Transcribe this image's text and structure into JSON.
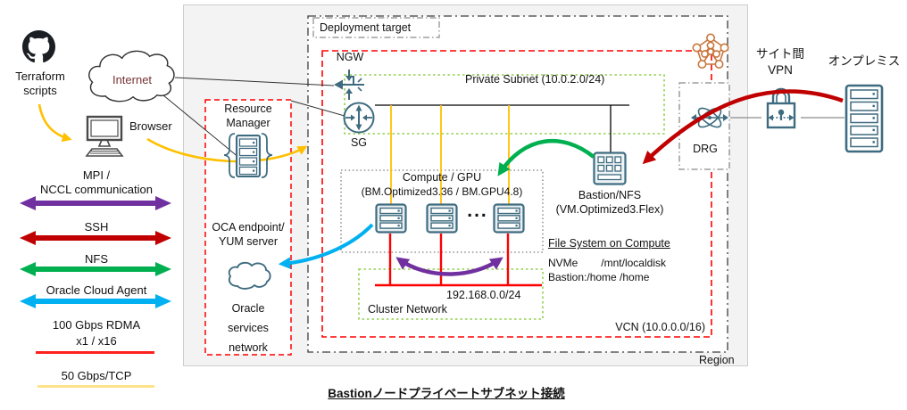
{
  "title": "Bastionノードプライベートサブネット接続",
  "colors": {
    "mpi_purple": "#7030a0",
    "ssh_red": "#c00000",
    "nfs_green": "#00b050",
    "agent_blue": "#00b0f0",
    "rdma_red": "#ff0000",
    "tcp_yellow": "#ffe289",
    "arrow_yellow": "#ffc000",
    "icon_teal": "#3e6b7f",
    "mesh_orange": "#c9763d",
    "vcn_red": "#ff0000",
    "subnet_green": "#92d050",
    "internet_text": "#773333"
  },
  "external": {
    "terraform1": "Terraform",
    "terraform2": "scripts",
    "internet": "Internet",
    "browser": "Browser"
  },
  "legend": {
    "items": [
      {
        "line1": "MPI /",
        "line2": "NCCL communication",
        "color": "#7030a0",
        "kind": "arrow"
      },
      {
        "line1": "SSH",
        "color": "#c00000",
        "kind": "arrow"
      },
      {
        "line1": "NFS",
        "color": "#00b050",
        "kind": "arrow"
      },
      {
        "line1": "Oracle Cloud Agent",
        "color": "#00b0f0",
        "kind": "arrow"
      },
      {
        "line1": "100 Gbps RDMA",
        "line2": "x1 / x16",
        "color": "#ff0000",
        "kind": "line"
      },
      {
        "line1": "50 Gbps/TCP",
        "color": "#ffe289",
        "kind": "line"
      }
    ]
  },
  "region": {
    "region_label": "Region",
    "deployment_label": "Deployment target",
    "vcn_label": "VCN (10.0.0.0/16)",
    "private_subnet": "Private Subnet (10.0.2.0/24)",
    "ngw": "NGW",
    "sg": "SG",
    "compute_title": "Compute / GPU",
    "compute_subtitle": "(BM.Optimized3.36 / BM.GPU4.8)",
    "compute_ellipsis": "...",
    "cluster_cidr": "192.168.0.0/24",
    "cluster_label": "Cluster Network",
    "bastion_line1": "Bastion/NFS",
    "bastion_line2": "(VM.Optimized3.Flex)",
    "fs_title": "File System on Compute",
    "fs_nvme_label": "NVMe",
    "fs_nvme_mount": "/mnt/localdisk",
    "fs_bastion_row": "Bastion:/home /home",
    "drg": "DRG"
  },
  "services": {
    "rm1": "Resource",
    "rm2": "Manager",
    "oca1": "OCA endpoint/",
    "oca2": "YUM server",
    "osn1": "Oracle",
    "osn2": "services",
    "osn3": "network"
  },
  "onprem": {
    "vpn1": "サイト間",
    "vpn2": "VPN",
    "label": "オンプレミス"
  }
}
